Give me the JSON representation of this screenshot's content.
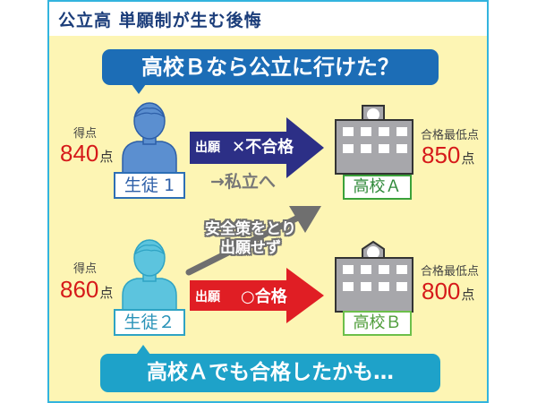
{
  "title": "公立高 単願制が生む後悔",
  "bubbles": {
    "top": "高校Ｂなら公立に行けた？",
    "bottom": "高校Ａでも合格したかも…"
  },
  "students": [
    {
      "name": "生徒 1",
      "score_label": "得点",
      "score": "840",
      "score_unit": "点",
      "color": "#5b8fd0"
    },
    {
      "name": "生徒２",
      "score_label": "得点",
      "score": "860",
      "score_unit": "点",
      "color": "#5cc4de"
    }
  ],
  "schools": [
    {
      "name": "高校Ａ",
      "min_label": "合格最低点",
      "min_score": "850",
      "score_unit": "点"
    },
    {
      "name": "高校Ｂ",
      "min_label": "合格最低点",
      "min_score": "800",
      "score_unit": "点"
    }
  ],
  "arrows": {
    "student1": {
      "apply_label": "出願",
      "result_mark": "✕",
      "result": "不合格",
      "color": "#2c2f86",
      "sub_note": "→私立へ"
    },
    "student2": {
      "apply_label": "出願",
      "result_mark": "○",
      "result": "合格",
      "color": "#e01e24"
    },
    "safety": {
      "line1": "安全策をとり",
      "line2": "出願せず",
      "color": "#6f6f6f"
    }
  },
  "colors": {
    "frame_border": "#33b4de",
    "background": "#fdf5b4",
    "title_text": "#1b3d7a",
    "score_red": "#d61a1a",
    "school_green": "#3aa13a",
    "building_gray": "#a7a7ab"
  }
}
